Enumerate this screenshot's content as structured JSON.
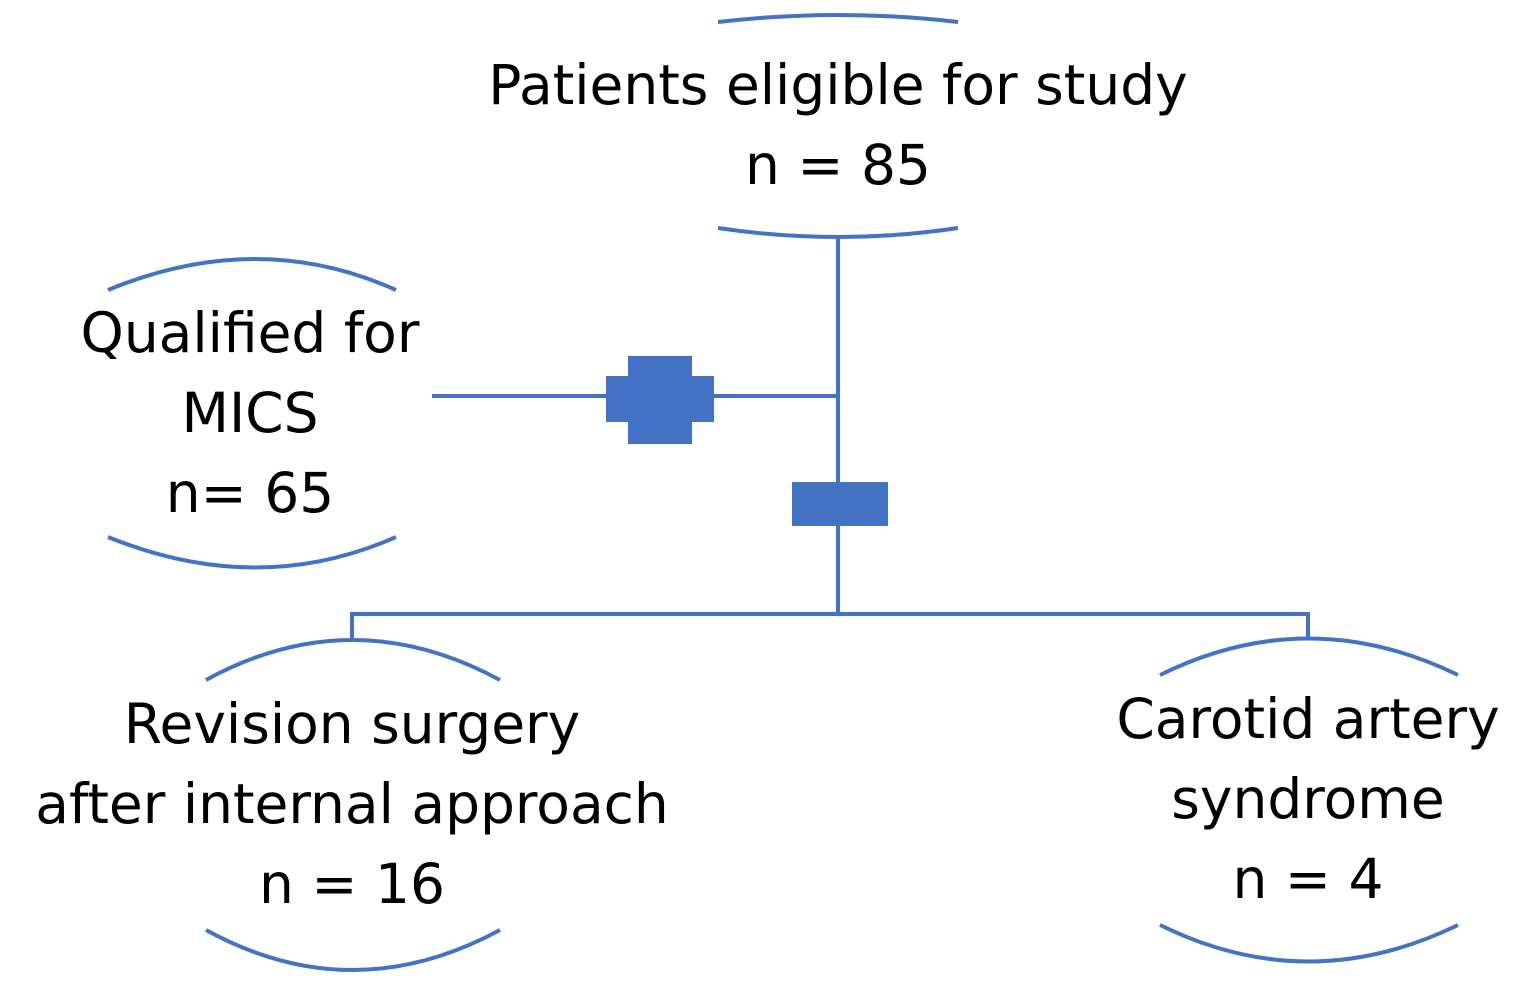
{
  "colors": {
    "line": "#4472c4",
    "fill": "#4472c4",
    "text": "#000000"
  },
  "nodes": {
    "eligible": {
      "line1": "Patients eligible for study",
      "line2": "n = 85"
    },
    "mics": {
      "line1": "Qualified for",
      "line2": "MICS",
      "line3": "n= 65"
    },
    "revision": {
      "line1": "Revision surgery",
      "line2": "after internal approach",
      "line3": "n = 16"
    },
    "carotid": {
      "line1": "Carotid artery",
      "line2": "syndrome",
      "line3": "n = 4"
    }
  }
}
